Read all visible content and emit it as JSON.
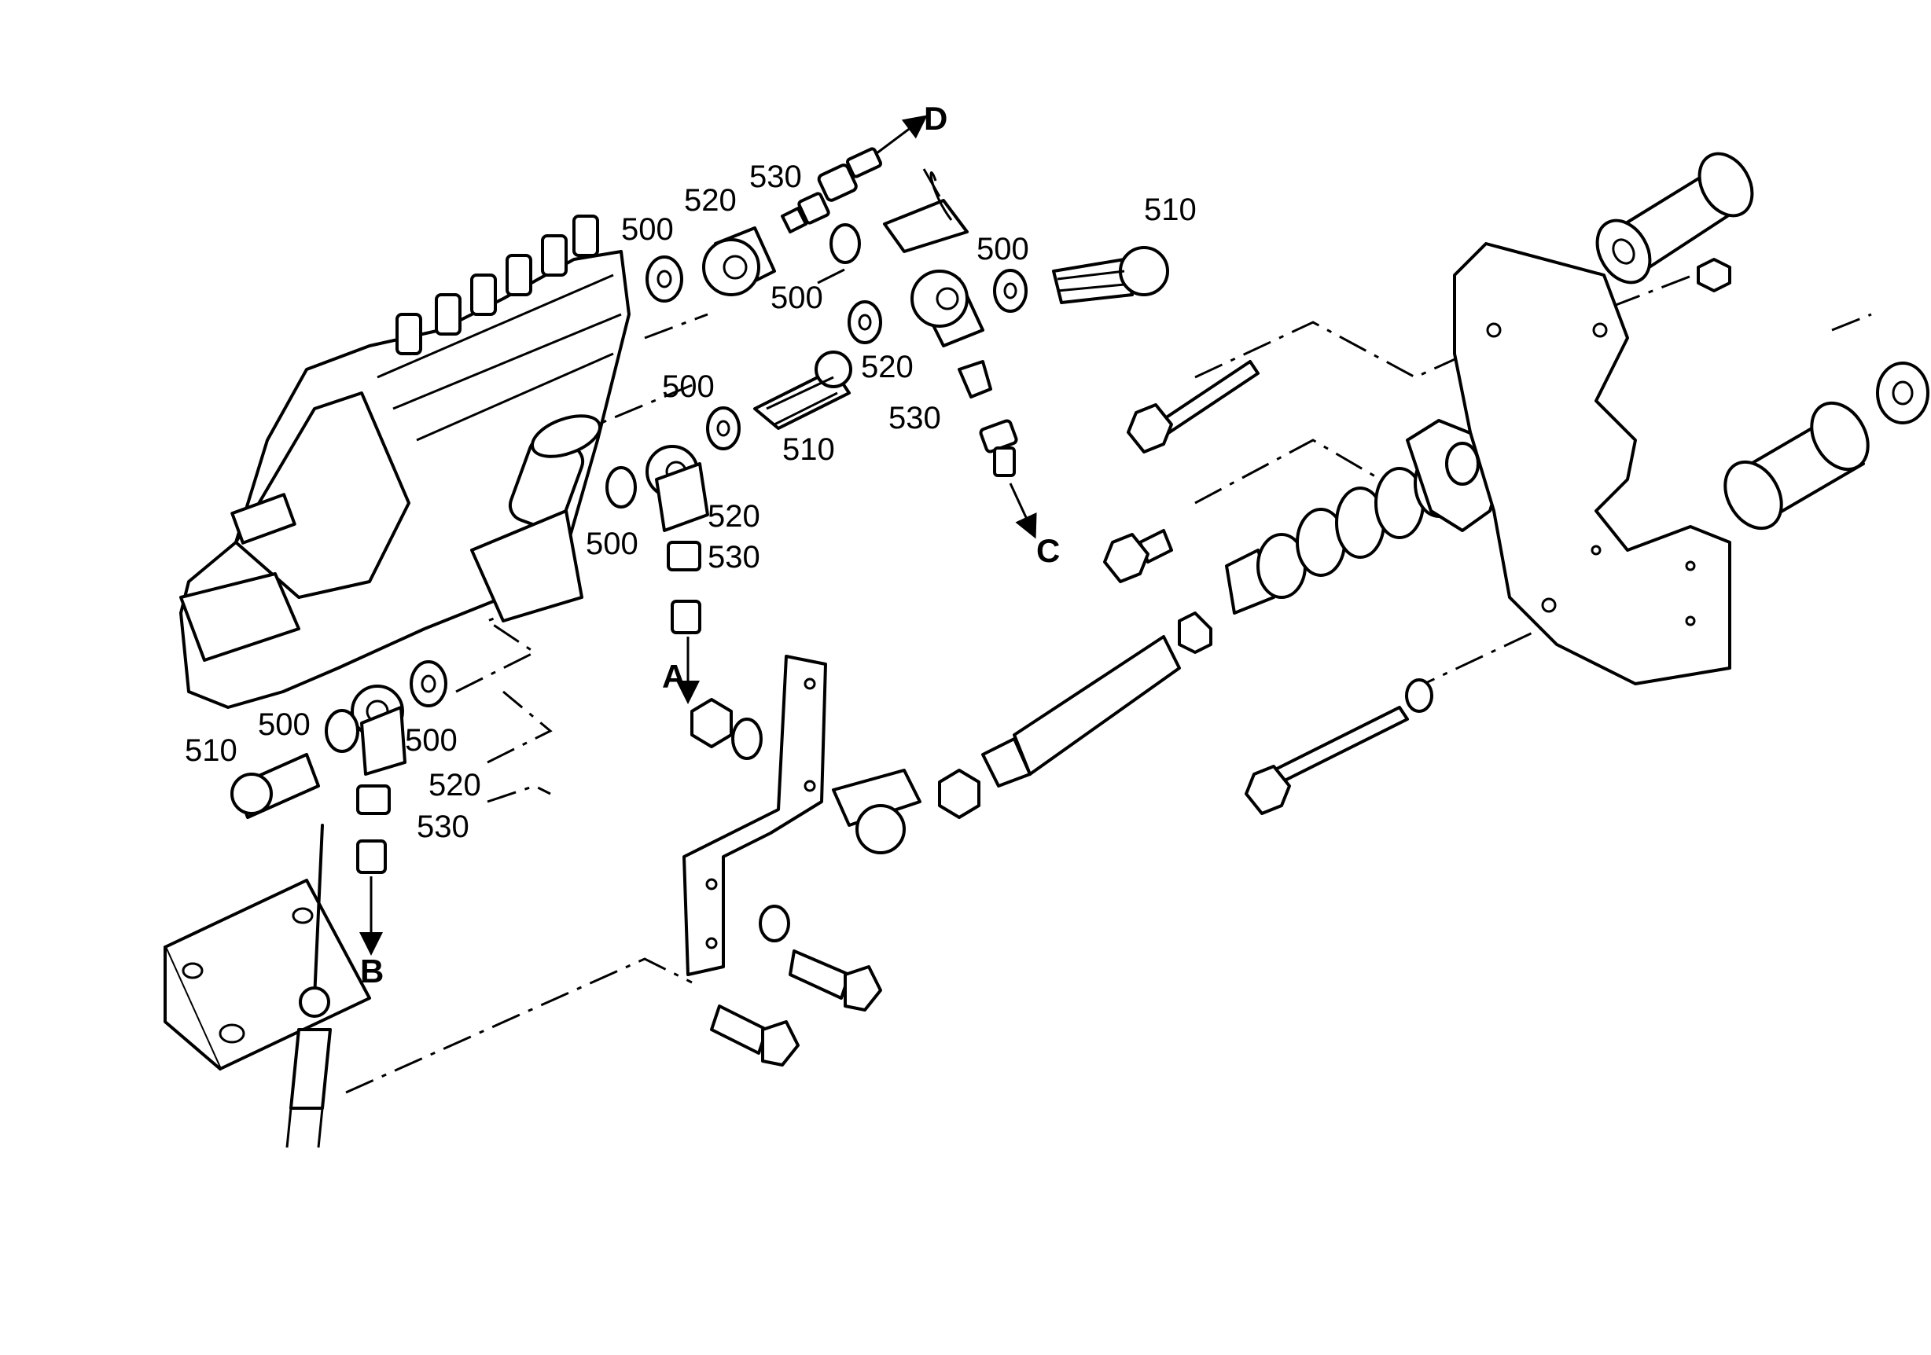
{
  "callouts": {
    "c1": "500",
    "c2": "520",
    "c3": "530",
    "c4": "510",
    "c5": "500",
    "c6": "500",
    "c7": "520",
    "c8": "530",
    "c9": "500",
    "c10": "510",
    "c11": "520",
    "c12": "500",
    "c13": "530",
    "c14": "510",
    "c15": "500",
    "c16": "500",
    "c17": "520",
    "c18": "530"
  },
  "connections": {
    "a": "A",
    "b": "B",
    "c": "C",
    "d": "D"
  }
}
